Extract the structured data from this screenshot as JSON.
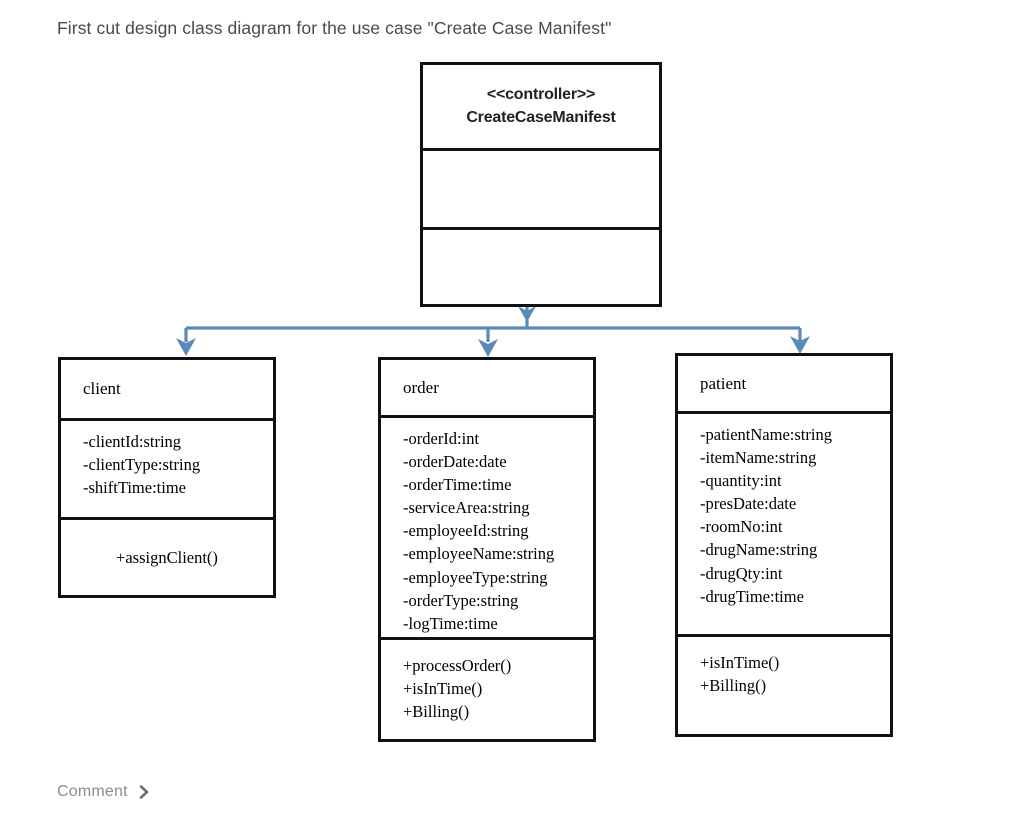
{
  "page": {
    "title": "First cut design class diagram for the use case \"Create Case Manifest\"",
    "background_color": "#ffffff",
    "title_color": "#4a4a4a"
  },
  "diagram": {
    "type": "uml-class-diagram",
    "connector_color": "#5b89b8",
    "box_border_color": "#111111",
    "controller": {
      "stereotype": "<<controller>>",
      "class_name": "CreateCaseManifest",
      "attributes": [],
      "methods": []
    },
    "classes": [
      {
        "name": "client",
        "attributes": [
          "-clientId:string",
          "-clientType:string",
          "-shiftTime:time"
        ],
        "methods": [
          "+assignClient()"
        ]
      },
      {
        "name": "order",
        "attributes": [
          "-orderId:int",
          "-orderDate:date",
          "-orderTime:time",
          "-serviceArea:string",
          "-employeeId:string",
          "-employeeName:string",
          "-employeeType:string",
          "-orderType:string",
          "-logTime:time"
        ],
        "methods": [
          "+processOrder()",
          "+isInTime()",
          "+Billing()"
        ]
      },
      {
        "name": "patient",
        "attributes": [
          "-patientName:string",
          "-itemName:string",
          "-quantity:int",
          "-presDate:date",
          "-roomNo:int",
          "-drugName:string",
          "-drugQty:int",
          "-drugTime:time"
        ],
        "methods": [
          "+isInTime()",
          "+Billing()"
        ]
      }
    ]
  },
  "footer": {
    "comment_label": "Comment",
    "comment_color": "#8c8c8c"
  }
}
